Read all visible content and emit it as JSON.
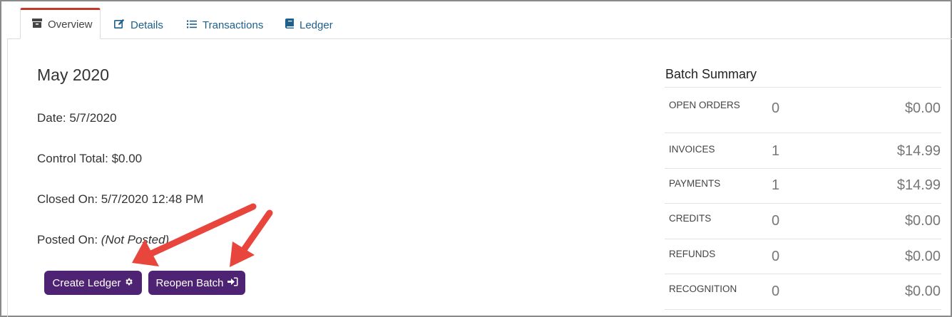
{
  "tabs": [
    {
      "label": "Overview",
      "icon": "archive-icon",
      "active": true
    },
    {
      "label": "Details",
      "icon": "edit-icon",
      "active": false
    },
    {
      "label": "Transactions",
      "icon": "list-icon",
      "active": false
    },
    {
      "label": "Ledger",
      "icon": "book-icon",
      "active": false
    }
  ],
  "batch": {
    "title": "May 2020",
    "date_label": "Date:",
    "date_value": "5/7/2020",
    "control_total_label": "Control Total:",
    "control_total_value": "$0.00",
    "closed_on_label": "Closed On:",
    "closed_on_value": "5/7/2020 12:48 PM",
    "posted_on_label": "Posted On:",
    "posted_on_value": "(Not Posted)"
  },
  "actions": {
    "create_ledger_label": "Create Ledger",
    "reopen_batch_label": "Reopen Batch"
  },
  "summary": {
    "title": "Batch Summary",
    "rows": [
      {
        "label": "OPEN ORDERS",
        "count": "0",
        "amount": "$0.00"
      },
      {
        "label": "INVOICES",
        "count": "1",
        "amount": "$14.99"
      },
      {
        "label": "PAYMENTS",
        "count": "1",
        "amount": "$14.99"
      },
      {
        "label": "CREDITS",
        "count": "0",
        "amount": "$0.00"
      },
      {
        "label": "REFUNDS",
        "count": "0",
        "amount": "$0.00"
      },
      {
        "label": "RECOGNITION",
        "count": "0",
        "amount": "$0.00"
      }
    ]
  },
  "colors": {
    "accent_tab": "#c0392b",
    "button": "#4f2374",
    "link": "#1f5f8b",
    "annotation_arrow": "#e8453c"
  }
}
